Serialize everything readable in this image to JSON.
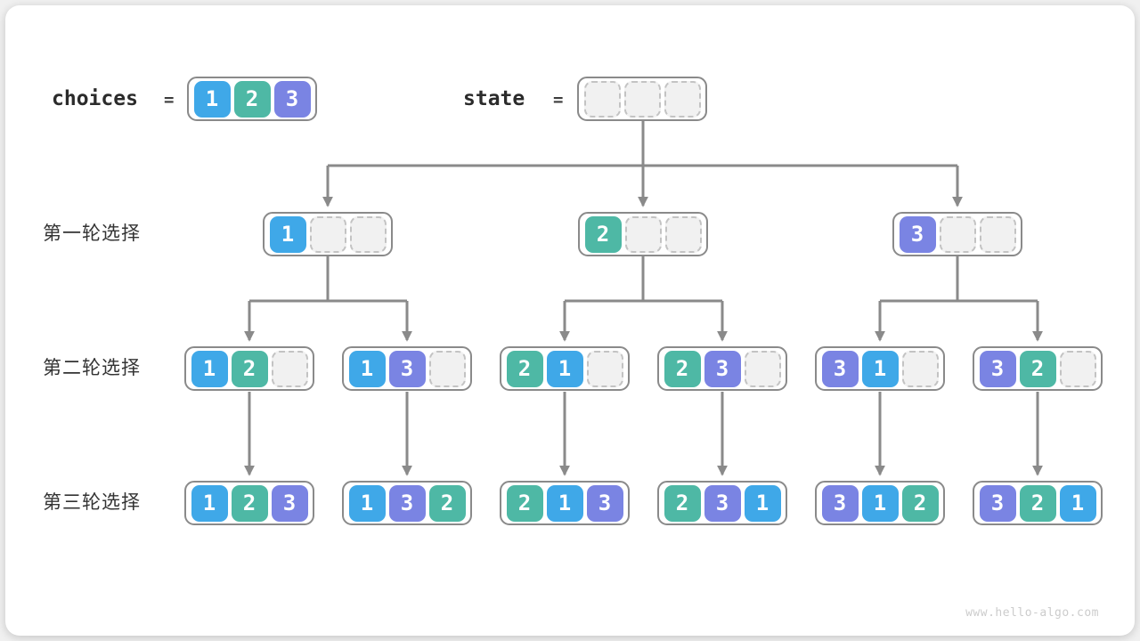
{
  "page": {
    "watermark": "www.hello-algo.com"
  },
  "colors": {
    "cell_1": "#3FA8E8",
    "cell_2": "#4EB8A5",
    "cell_3": "#7A84E3",
    "node_border": "#8a8a8a",
    "empty_fill": "#f1f1f1",
    "empty_border": "#c3c3c3",
    "connector": "#8a8a8a",
    "label_text": "#333333"
  },
  "legend": {
    "choices_label": "choices",
    "choices_equals": "=",
    "choices_values": [
      1,
      2,
      3
    ],
    "state_label": "state",
    "state_equals": "=",
    "state_values": [
      null,
      null,
      null
    ]
  },
  "rows": [
    {
      "label": "第一轮选择",
      "nodes": [
        [
          1,
          null,
          null
        ],
        [
          2,
          null,
          null
        ],
        [
          3,
          null,
          null
        ]
      ]
    },
    {
      "label": "第二轮选择",
      "nodes": [
        [
          1,
          2,
          null
        ],
        [
          1,
          3,
          null
        ],
        [
          2,
          1,
          null
        ],
        [
          2,
          3,
          null
        ],
        [
          3,
          1,
          null
        ],
        [
          3,
          2,
          null
        ]
      ]
    },
    {
      "label": "第三轮选择",
      "nodes": [
        [
          1,
          2,
          3
        ],
        [
          1,
          3,
          2
        ],
        [
          2,
          1,
          3
        ],
        [
          2,
          3,
          1
        ],
        [
          3,
          1,
          2
        ],
        [
          3,
          2,
          1
        ]
      ]
    }
  ]
}
